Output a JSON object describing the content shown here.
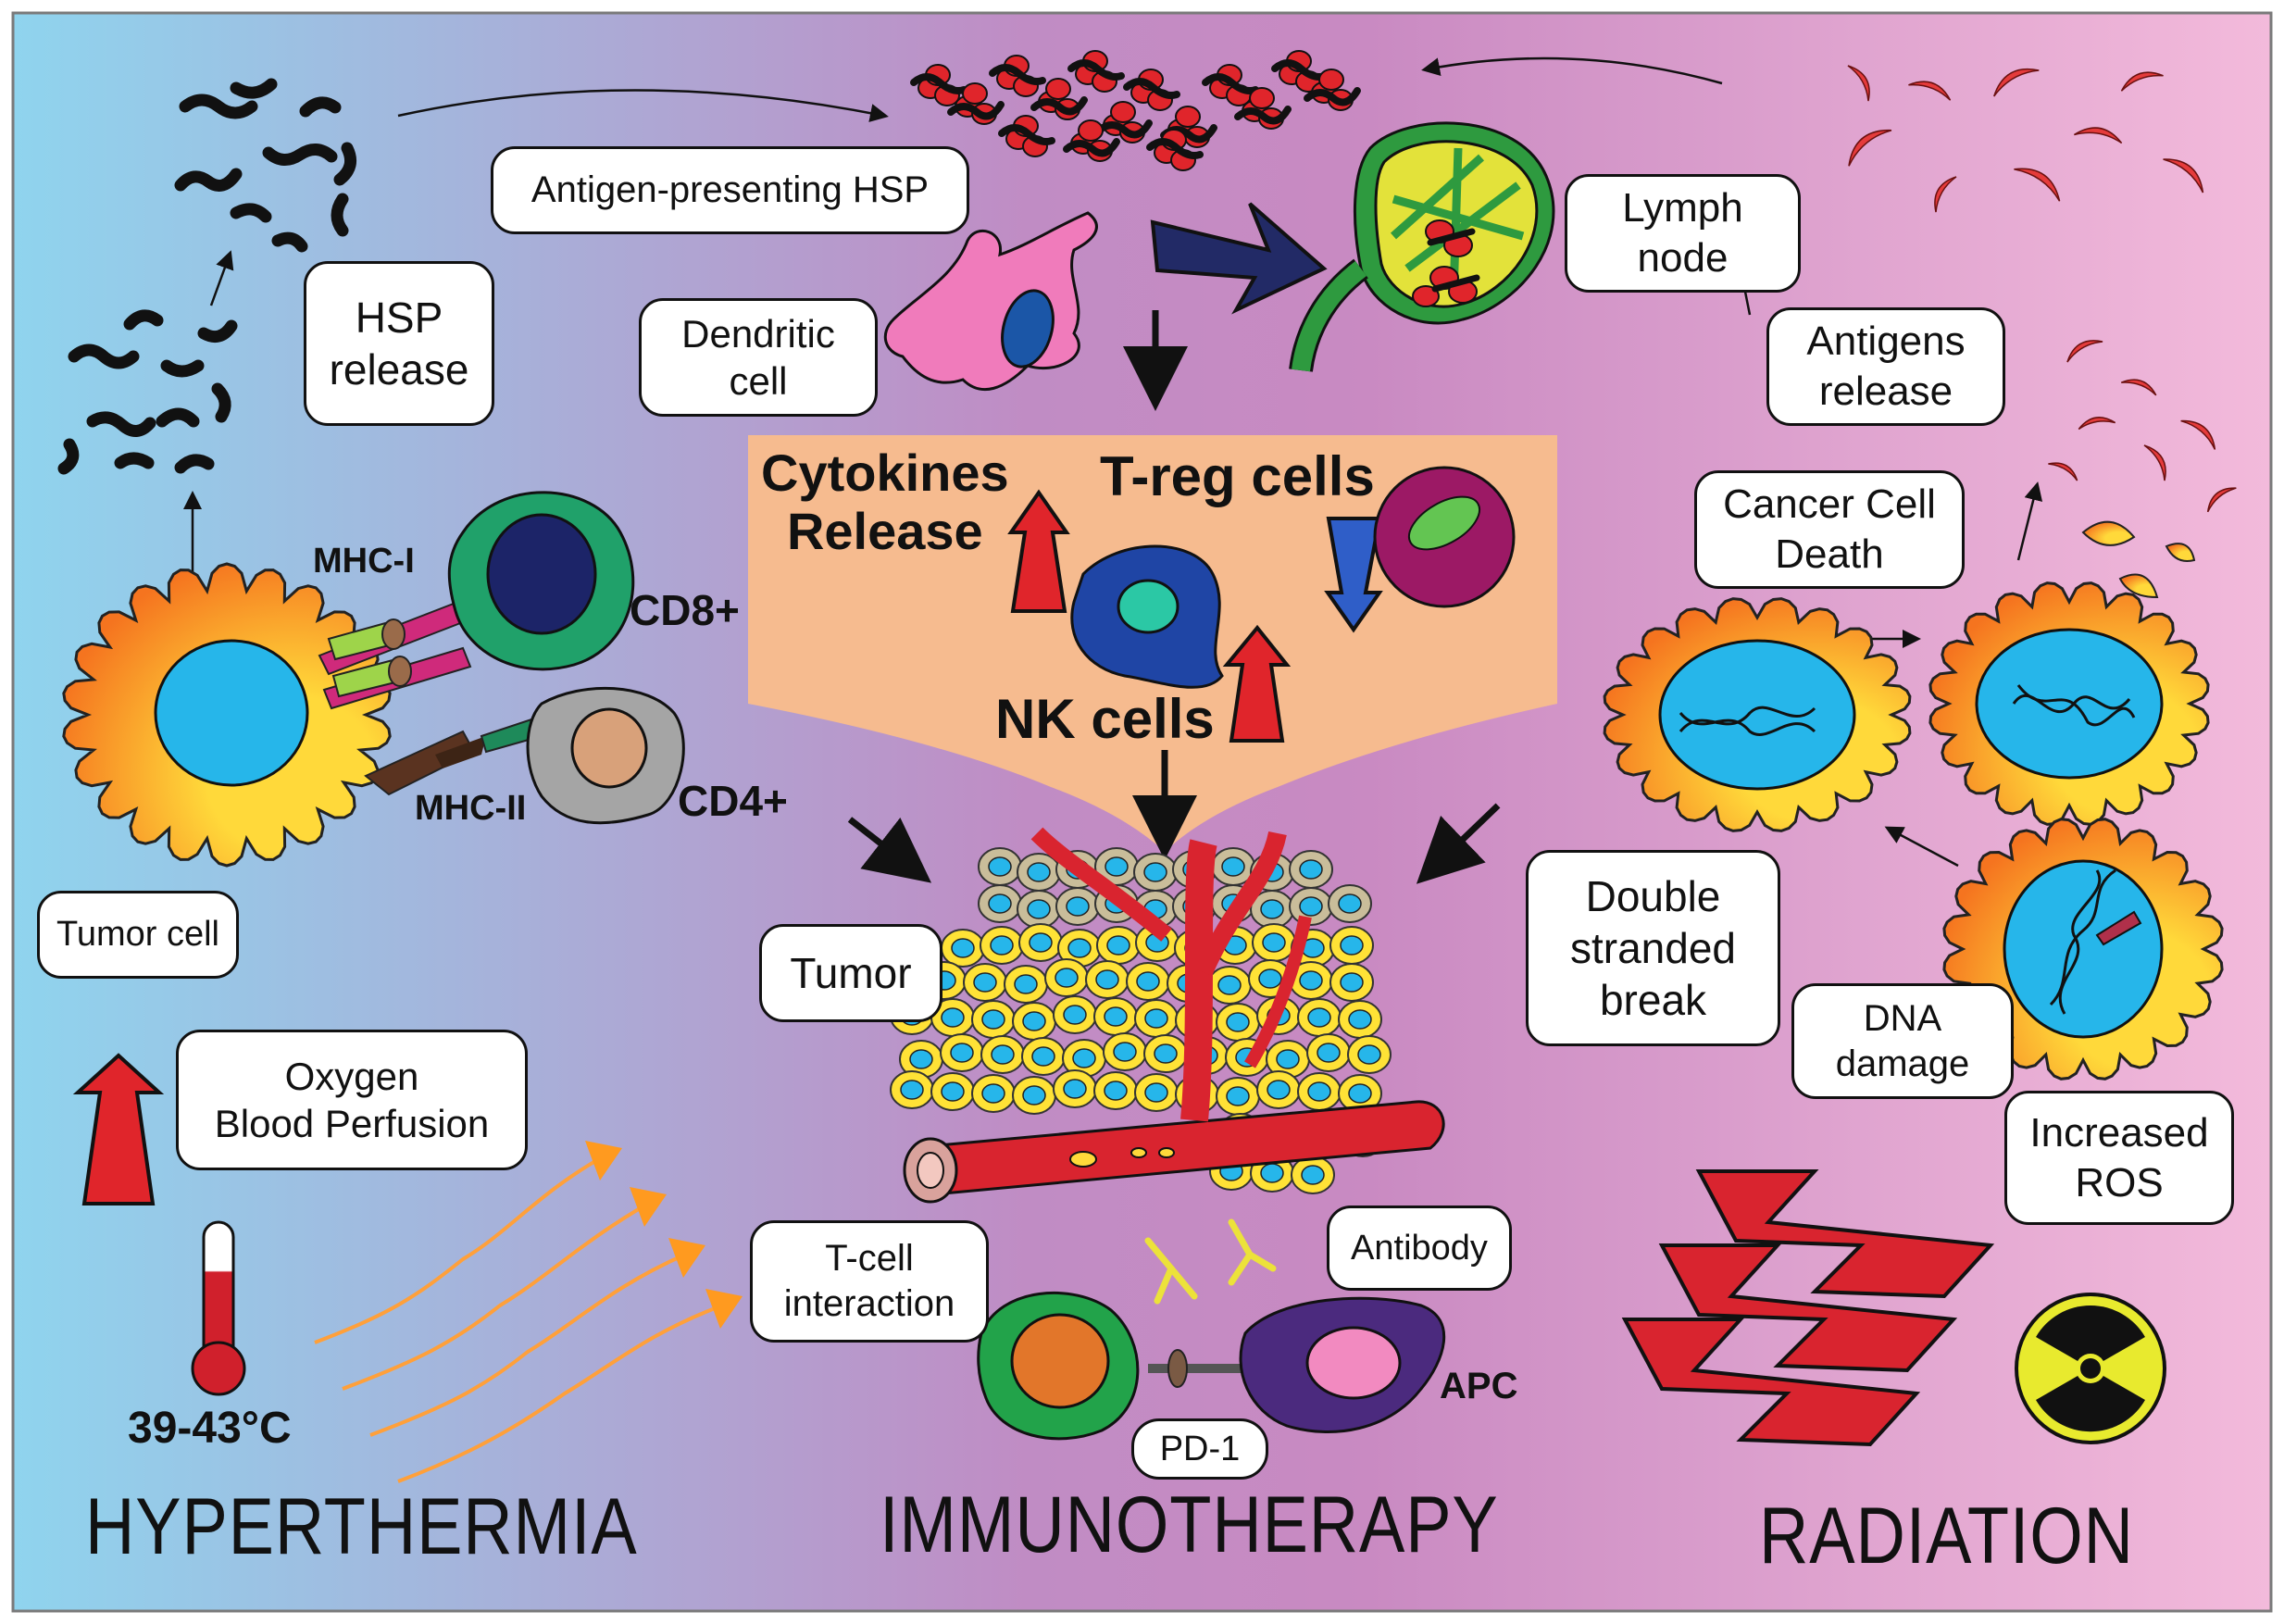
{
  "sections": {
    "hyperthermia": "HYPERTHERMIA",
    "immunotherapy": "IMMUNOTHERAPY",
    "radiation": "RADIATION"
  },
  "hyperthermia": {
    "hsp_release": "HSP\nrelease",
    "tumor_cell": "Tumor cell",
    "oxygen": "Oxygen\nBlood Perfusion",
    "temperature": "39-43°C",
    "mhc1": "MHC-I",
    "mhc2": "MHC-II",
    "cd8": "CD8+",
    "cd4": "CD4+"
  },
  "immunotherapy": {
    "antigen_hsp": "Antigen-presenting HSP",
    "dendritic_cell": "Dendritic\ncell",
    "lymph_node": "Lymph\nnode",
    "cytokines": "Cytokines\nRelease",
    "treg": "T-reg cells",
    "nk": "NK cells",
    "tumor": "Tumor",
    "tcell_interaction": "T-cell\ninteraction",
    "antibody": "Antibody",
    "pd1": "PD-1",
    "apc": "APC"
  },
  "radiation": {
    "antigens_release": "Antigens\nrelease",
    "cancer_cell_death": "Cancer Cell\nDeath",
    "double_stranded_break": "Double\nstranded\nbreak",
    "dna_damage": "DNA\ndamage",
    "increased_ros": "Increased\nROS"
  },
  "icons": [
    "thermometer-icon",
    "heat-wave-icon",
    "radiation-hazard-icon",
    "lightning-bolt-icon",
    "up-arrow-icon",
    "down-arrow-icon"
  ],
  "colors": {
    "left_bg": "#8fd2ec",
    "mid_bg": "#c88fc6",
    "right_bg": "#f0b6d8",
    "panel": "#f6bb8f",
    "up_arrow": "#e0252b",
    "down_arrow": "#2f5ec8",
    "tumor_cell": "#ffd23c",
    "nucleus": "#2fb8ea",
    "vessel": "#d9242f"
  }
}
